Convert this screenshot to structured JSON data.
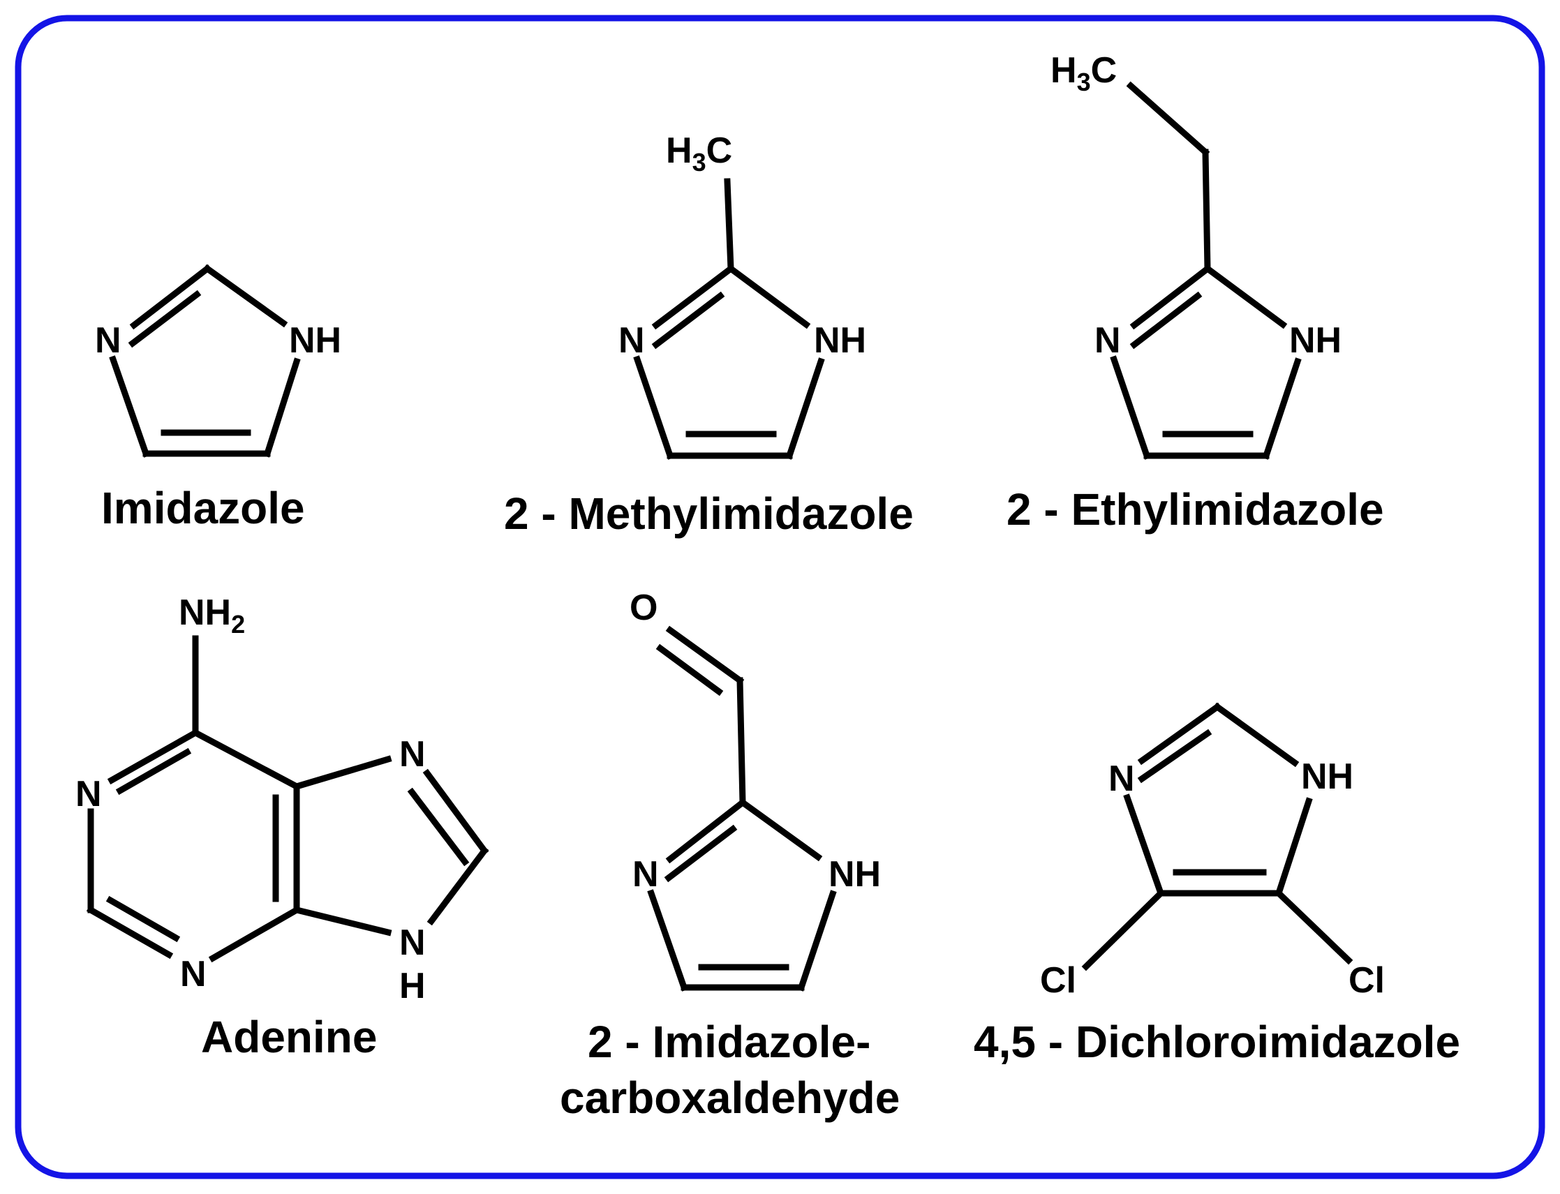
{
  "colors": {
    "frame": "#1414e6",
    "ink": "#000000",
    "background": "#ffffff"
  },
  "molecules": [
    {
      "name": "Imidazole",
      "atoms": {
        "n3": "N",
        "n1": "NH"
      }
    },
    {
      "name": "2 - Methylimidazole",
      "atoms": {
        "n3": "N",
        "n1": "NH",
        "methyl_main": "H",
        "methyl_sub": "3",
        "methyl_tail": "C"
      }
    },
    {
      "name": "2 - Ethylimidazole",
      "atoms": {
        "n3": "N",
        "n1": "NH",
        "methyl_main": "H",
        "methyl_sub": "3",
        "methyl_tail": "C"
      }
    },
    {
      "name": "Adenine",
      "atoms": {
        "n1": "N",
        "n3": "N",
        "n7": "N",
        "n9": "N",
        "h9": "H",
        "amino_main": "NH",
        "amino_sub": "2"
      }
    },
    {
      "name_line1": "2 - Imidazole-",
      "name_line2": "carboxaldehyde",
      "atoms": {
        "n3": "N",
        "n1": "NH",
        "oxygen": "O"
      }
    },
    {
      "name": "4,5 - Dichloroimidazole",
      "atoms": {
        "n3": "N",
        "n1": "NH",
        "cl_left": "Cl",
        "cl_right": "Cl"
      }
    }
  ]
}
